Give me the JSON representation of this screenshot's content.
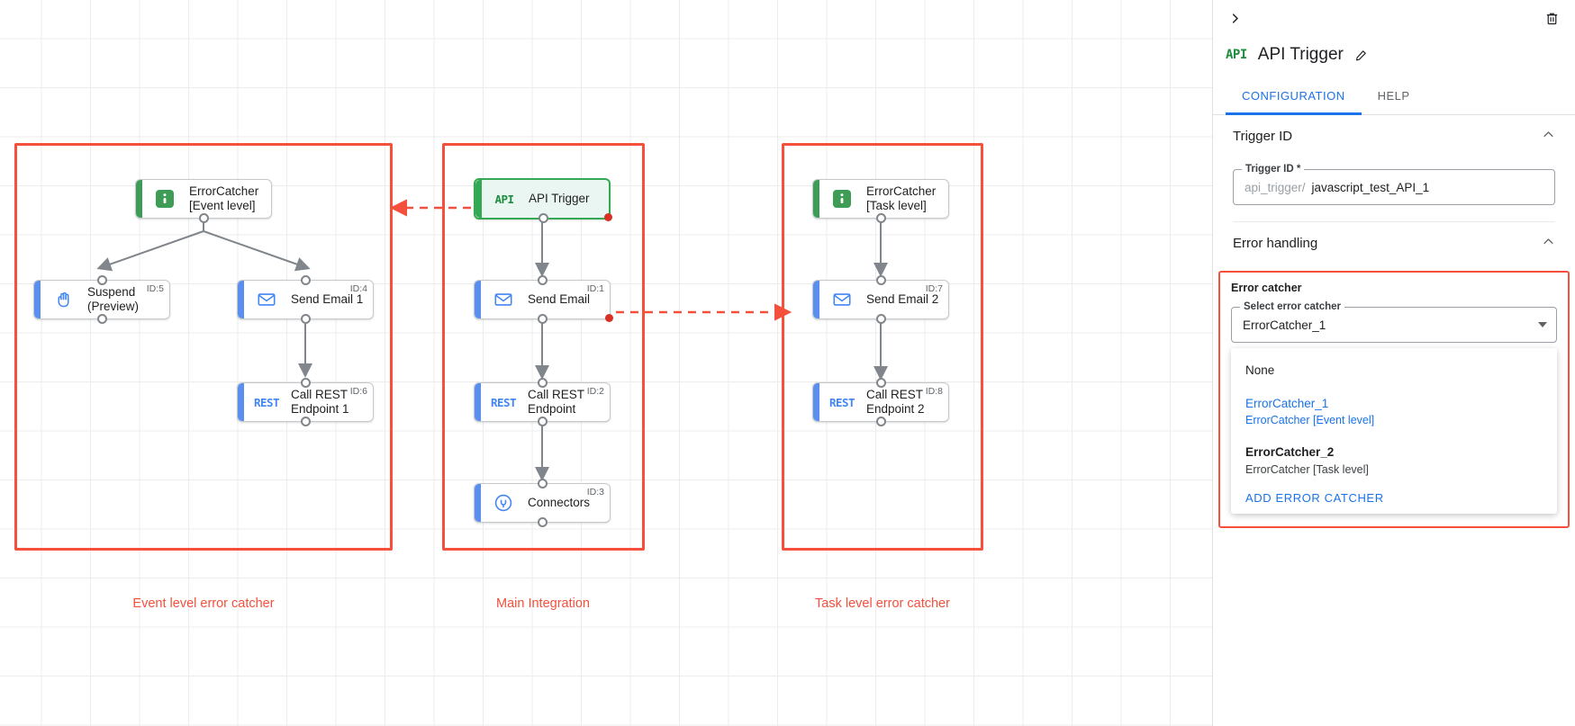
{
  "canvas": {
    "groups": [
      {
        "label": "Event level error catcher"
      },
      {
        "label": "Main Integration"
      },
      {
        "label": "Task level error catcher"
      }
    ],
    "nodes": [
      {
        "label": "ErrorCatcher\n[Event level]",
        "icon": "error-catcher-icon",
        "id_text": "",
        "kind": "catcher"
      },
      {
        "label": "Suspend\n(Preview)",
        "icon": "hand-icon",
        "id_text": "ID:5",
        "kind": "task"
      },
      {
        "label": "Send Email 1",
        "icon": "envelope-icon",
        "id_text": "ID:4",
        "kind": "task"
      },
      {
        "label": "Call REST\nEndpoint 1",
        "icon": "rest-icon",
        "id_text": "ID:6",
        "kind": "task"
      },
      {
        "label": "API Trigger",
        "icon": "api-icon",
        "id_text": "",
        "kind": "trigger"
      },
      {
        "label": "Send Email",
        "icon": "envelope-icon",
        "id_text": "ID:1",
        "kind": "task"
      },
      {
        "label": "Call REST\nEndpoint",
        "icon": "rest-icon",
        "id_text": "ID:2",
        "kind": "task"
      },
      {
        "label": "Connectors",
        "icon": "connectors-icon",
        "id_text": "ID:3",
        "kind": "task"
      },
      {
        "label": "ErrorCatcher\n[Task level]",
        "icon": "error-catcher-icon",
        "id_text": "",
        "kind": "catcher"
      },
      {
        "label": "Send Email 2",
        "icon": "envelope-icon",
        "id_text": "ID:7",
        "kind": "task"
      },
      {
        "label": "Call REST\nEndpoint 2",
        "icon": "rest-icon",
        "id_text": "ID:8",
        "kind": "task"
      }
    ],
    "glyphs": {
      "api": "API",
      "rest": "REST"
    },
    "colors": {
      "group_border": "#f4503c",
      "trigger_border": "#34a853",
      "task_accent": "#5a8ff0",
      "error_dot": "#d93025"
    }
  },
  "panel": {
    "collapse_icon": "chevron-right-icon",
    "delete_icon": "trash-icon",
    "badge": "API",
    "title": "API Trigger",
    "edit_icon": "pencil-icon",
    "tabs": [
      {
        "label": "CONFIGURATION",
        "active": true
      },
      {
        "label": "HELP",
        "active": false
      }
    ],
    "trigger_id_section": {
      "heading": "Trigger ID",
      "field_legend": "Trigger ID *",
      "prefix": "api_trigger/",
      "value": "javascript_test_API_1"
    },
    "error_handling_section": {
      "heading": "Error handling",
      "box_label": "Error catcher",
      "select_legend": "Select error catcher",
      "selected_value": "ErrorCatcher_1",
      "options": [
        {
          "main": "None",
          "sub": "",
          "selected": false,
          "bold": false
        },
        {
          "main": "ErrorCatcher_1",
          "sub": "ErrorCatcher [Event level]",
          "selected": true,
          "bold": false
        },
        {
          "main": "ErrorCatcher_2",
          "sub": "ErrorCatcher [Task level]",
          "selected": false,
          "bold": true
        }
      ],
      "add_action": "ADD ERROR CATCHER"
    }
  }
}
